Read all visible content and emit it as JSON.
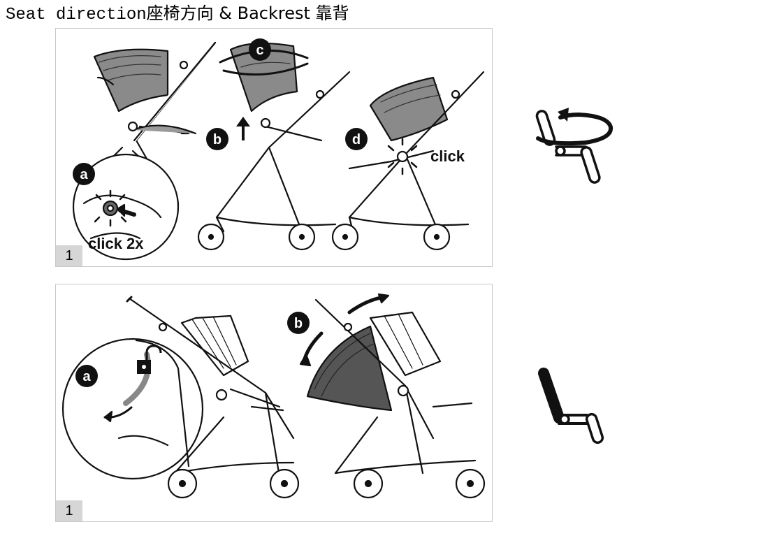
{
  "title": {
    "part1": "Seat direction",
    "part2": "座椅方向 & ",
    "part3": "Backrest 靠背"
  },
  "panel1": {
    "number": "1",
    "callouts": {
      "a": "a",
      "b": "b",
      "c": "c",
      "d": "d"
    },
    "click_2x": "click 2x",
    "click": "click"
  },
  "panel2": {
    "number": "1",
    "callouts": {
      "a": "a",
      "b": "b"
    }
  },
  "icons": {
    "seat_direction": "rotate-seat-icon",
    "backrest": "backrest-recline-icon",
    "unlock": "unlock-padlock-icon"
  }
}
